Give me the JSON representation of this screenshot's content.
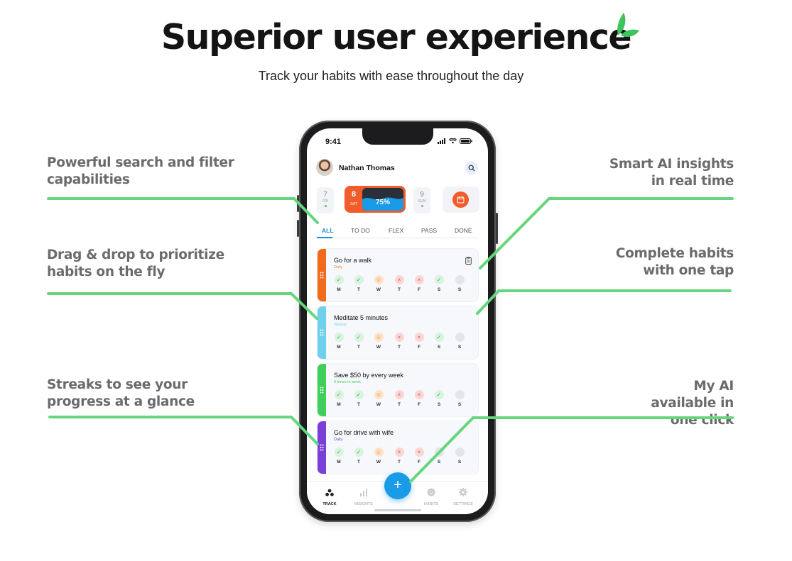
{
  "header": {
    "title": "Superior user experience",
    "subtitle": "Track your habits with ease throughout the day"
  },
  "callouts": {
    "left": [
      "Powerful search and filter capabilities",
      "Drag & drop to prioritize habits on the fly",
      "Streaks to see your progress at a glance"
    ],
    "right": [
      "Smart AI insights in real time",
      "Complete habits with one tap",
      "My AI available in one click"
    ]
  },
  "phone": {
    "status_time": "9:41",
    "user_name": "Nathan Thomas",
    "days": [
      {
        "num": "7",
        "weekday": "FRI"
      },
      {
        "num": "8",
        "weekday": "SAT",
        "progress_label": "75%",
        "progress": 0.75
      },
      {
        "num": "9",
        "weekday": "SUN"
      }
    ],
    "filter_tabs": [
      "ALL",
      "TO DO",
      "FLEX",
      "PASS",
      "DONE"
    ],
    "active_tab": "ALL",
    "weekday_letters": [
      "M",
      "T",
      "W",
      "T",
      "F",
      "S",
      "S"
    ],
    "habits": [
      {
        "title": "Go for a walk",
        "frequency": "Daily",
        "accent": "#f26b1d",
        "frequency_color": "#f08a2b",
        "status": [
          "done",
          "done",
          "skip",
          "miss",
          "miss",
          "done",
          "none"
        ]
      },
      {
        "title": "Meditate 5 minutes",
        "frequency": "Weekly",
        "accent": "#6fd0ee",
        "frequency_color": "#7fd4f0",
        "status": [
          "done",
          "done",
          "skip",
          "miss",
          "miss",
          "done",
          "none"
        ]
      },
      {
        "title": "Save $50 by every week",
        "frequency": "3 times in week",
        "accent": "#3fcf5a",
        "frequency_color": "#3fcf5a",
        "status": [
          "done",
          "done",
          "skip",
          "miss",
          "miss",
          "done",
          "none"
        ]
      },
      {
        "title": "Go for drive with wife",
        "frequency": "Daily",
        "accent": "#7a3fd6",
        "frequency_color": "#7a3fd6",
        "status": [
          "done",
          "done",
          "skip",
          "miss",
          "miss",
          "none",
          "none"
        ]
      }
    ],
    "nav": [
      "TRACK",
      "INSIGHTS",
      "HABITS",
      "SETTINGS"
    ],
    "fab_label": "+"
  },
  "colors": {
    "connector_green": "#66d67e",
    "leaf_green": "#3ec45a",
    "primary_blue": "#1a9be8",
    "accent_orange": "#f25c2b"
  }
}
